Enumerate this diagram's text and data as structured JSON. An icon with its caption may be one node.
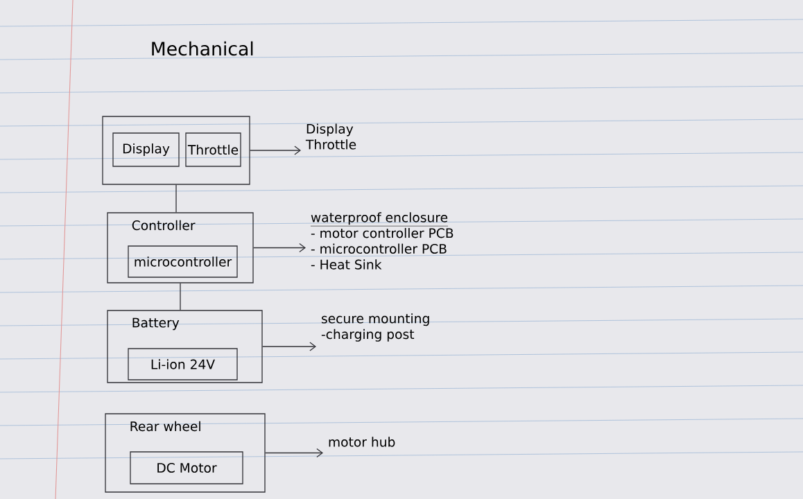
{
  "diagram": {
    "title": "Mechanical",
    "nodes": [
      {
        "text": [],
        "shape": "box"
      },
      {
        "text": [
          "Display"
        ],
        "in": 0
      },
      {
        "text": [
          "Throttle"
        ],
        "in": 0
      },
      {
        "text": [
          "Display",
          "Throttle"
        ]
      },
      {
        "text": [
          "Controller"
        ]
      },
      {
        "text": [
          "microcontroller"
        ],
        "in": 4
      },
      {
        "text": [
          "waterproof enclosure",
          "- motor controller PCB",
          "- microcontroller PCB",
          "- Heat Sink"
        ]
      },
      {
        "text": [
          "Battery"
        ]
      },
      {
        "text": [
          "Li-ion 24V"
        ],
        "in": 7
      },
      {
        "text": [
          "secure mounting",
          "-charging post"
        ]
      },
      {
        "text": [
          "Rear wheel"
        ]
      },
      {
        "text": [
          "DC Motor"
        ],
        "in": 10
      },
      {
        "text": [
          "motor hub"
        ]
      }
    ],
    "edges": [
      {
        "from": 0,
        "to": 3,
        "arrow": "to"
      },
      {
        "from": 0,
        "to": 4,
        "arrow": "none"
      },
      {
        "from": 4,
        "to": 6,
        "arrow": "to"
      },
      {
        "from": 4,
        "to": 7,
        "arrow": "none"
      },
      {
        "from": 7,
        "to": 9,
        "arrow": "to"
      },
      {
        "from": 10,
        "to": 12,
        "arrow": "to"
      }
    ]
  }
}
